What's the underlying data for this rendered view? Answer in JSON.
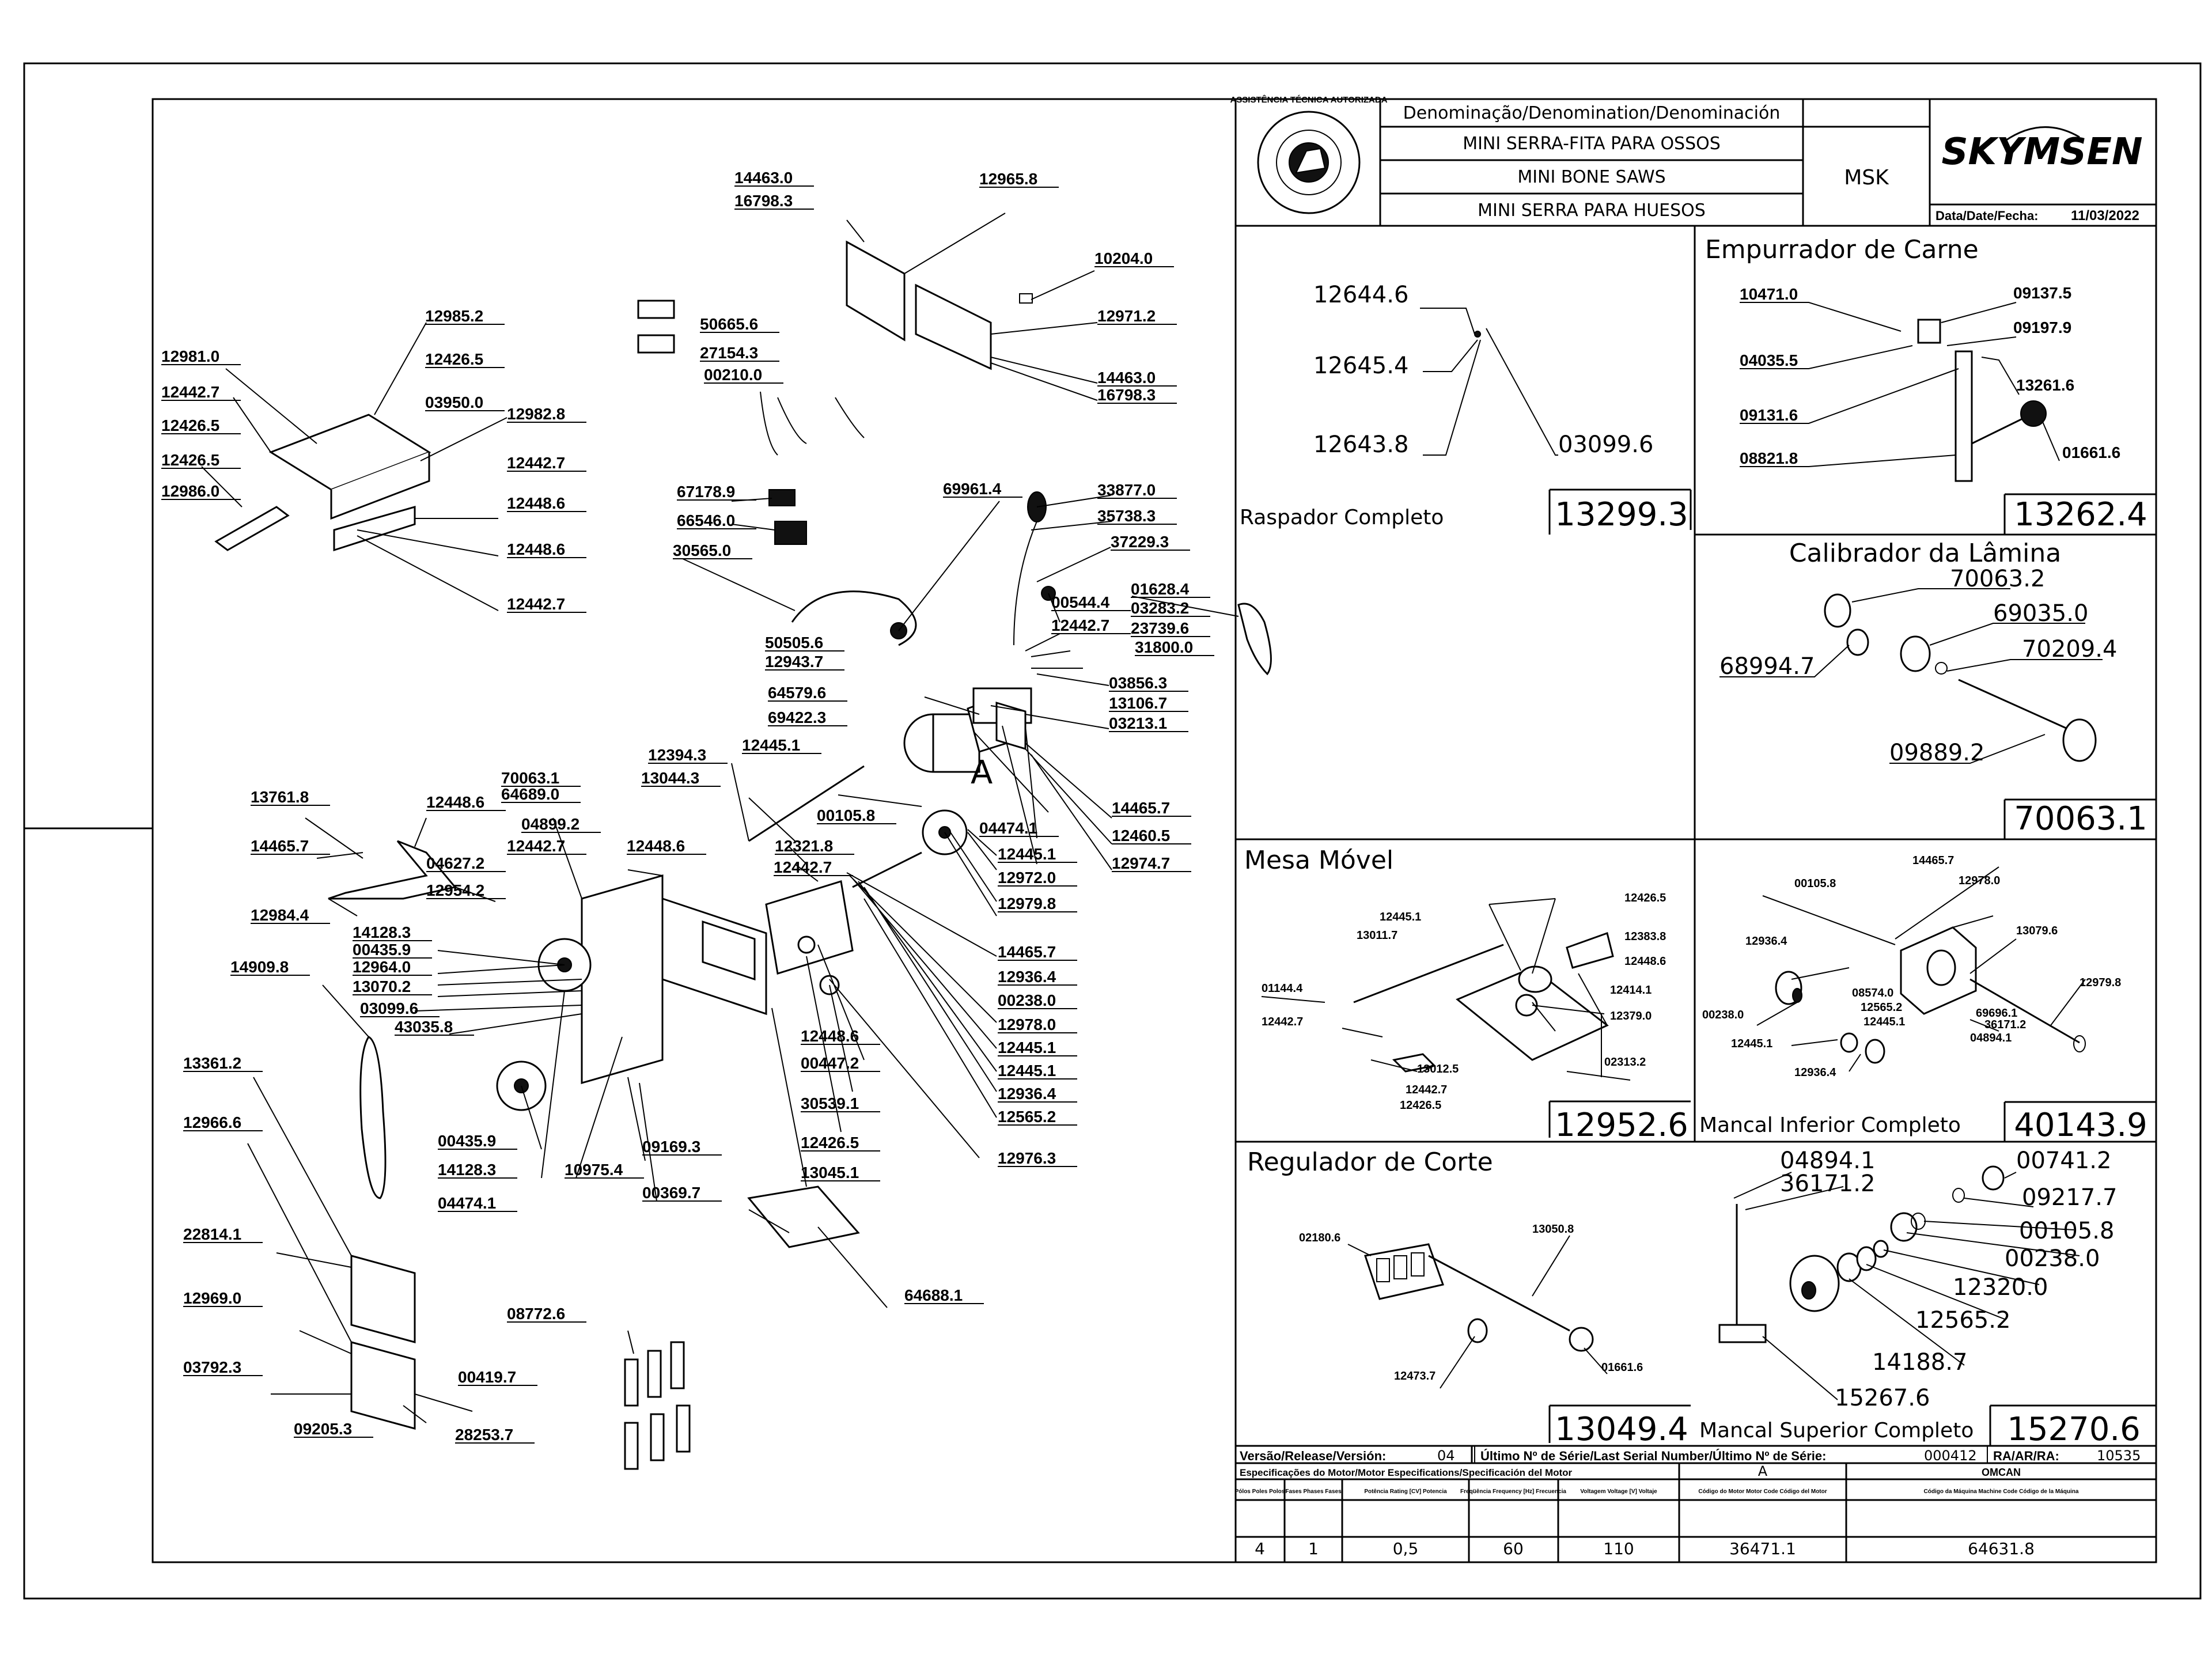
{
  "header": {
    "denomination_label": "Denominação/Denomination/Denominación",
    "name_pt": "MINI SERRA-FITA PARA OSSOS",
    "name_en": "MINI BONE SAWS",
    "name_es": "MINI SERRA PARA HUESOS",
    "model": "MSK",
    "brand": "SKYMSEN",
    "date_label": "Data/Date/Fecha:",
    "date": "11/03/2022",
    "seal_text": "ASSISTÊNCIA TÉCNICA AUTORIZADA"
  },
  "main_labels": [
    {
      "t": "14463.0"
    },
    {
      "t": "16798.3"
    },
    {
      "t": "12965.8"
    },
    {
      "t": "10204.0"
    },
    {
      "t": "12971.2"
    },
    {
      "t": "14463.0"
    },
    {
      "t": "16798.3"
    },
    {
      "t": "50665.6"
    },
    {
      "t": "27154.3"
    },
    {
      "t": "00210.0"
    },
    {
      "t": "12981.0"
    },
    {
      "t": "12985.2"
    },
    {
      "t": "12426.5"
    },
    {
      "t": "12442.7"
    },
    {
      "t": "03950.0"
    },
    {
      "t": "12982.8"
    },
    {
      "t": "12426.5"
    },
    {
      "t": "12442.7"
    },
    {
      "t": "12426.5"
    },
    {
      "t": "12448.6"
    },
    {
      "t": "12986.0"
    },
    {
      "t": "12448.6"
    },
    {
      "t": "12442.7"
    },
    {
      "t": "67178.9"
    },
    {
      "t": "66546.0"
    },
    {
      "t": "30565.0"
    },
    {
      "t": "69961.4"
    },
    {
      "t": "33877.0"
    },
    {
      "t": "35738.3"
    },
    {
      "t": "37229.3"
    },
    {
      "t": "01628.4"
    },
    {
      "t": "00544.4"
    },
    {
      "t": "03283.2"
    },
    {
      "t": "12442.7"
    },
    {
      "t": "23739.6"
    },
    {
      "t": "31800.0"
    },
    {
      "t": "50505.6"
    },
    {
      "t": "12943.7"
    },
    {
      "t": "03856.3"
    },
    {
      "t": "64579.6"
    },
    {
      "t": "13106.7"
    },
    {
      "t": "69422.3"
    },
    {
      "t": "03213.1"
    },
    {
      "t": "12394.3"
    },
    {
      "t": "12445.1"
    },
    {
      "t": "13044.3"
    },
    {
      "t": "70063.1"
    },
    {
      "t": "64689.0"
    },
    {
      "t": "13761.8"
    },
    {
      "t": "12448.6"
    },
    {
      "t": "04899.2"
    },
    {
      "t": "00105.8"
    },
    {
      "t": "04474.1"
    },
    {
      "t": "14465.7"
    },
    {
      "t": "12442.7"
    },
    {
      "t": "12448.6"
    },
    {
      "t": "12321.8"
    },
    {
      "t": "12445.1"
    },
    {
      "t": "14465.7"
    },
    {
      "t": "04627.2"
    },
    {
      "t": "12442.7"
    },
    {
      "t": "12972.0"
    },
    {
      "t": "12460.5"
    },
    {
      "t": "12954.2"
    },
    {
      "t": "12979.8"
    },
    {
      "t": "12974.7"
    },
    {
      "t": "12984.4"
    },
    {
      "t": "14128.3"
    },
    {
      "t": "14465.7"
    },
    {
      "t": "00435.9"
    },
    {
      "t": "12936.4"
    },
    {
      "t": "14909.8"
    },
    {
      "t": "12964.0"
    },
    {
      "t": "00238.0"
    },
    {
      "t": "13070.2"
    },
    {
      "t": "12978.0"
    },
    {
      "t": "03099.6"
    },
    {
      "t": "12445.1"
    },
    {
      "t": "43035.8"
    },
    {
      "t": "12448.6"
    },
    {
      "t": "12445.1"
    },
    {
      "t": "13361.2"
    },
    {
      "t": "00447.2"
    },
    {
      "t": "12936.4"
    },
    {
      "t": "12565.2"
    },
    {
      "t": "12966.6"
    },
    {
      "t": "30539.1"
    },
    {
      "t": "00435.9"
    },
    {
      "t": "12426.5"
    },
    {
      "t": "12976.3"
    },
    {
      "t": "09169.3"
    },
    {
      "t": "14128.3"
    },
    {
      "t": "13045.1"
    },
    {
      "t": "10975.4"
    },
    {
      "t": "00369.7"
    },
    {
      "t": "04474.1"
    },
    {
      "t": "22814.1"
    },
    {
      "t": "64688.1"
    },
    {
      "t": "12969.0"
    },
    {
      "t": "08772.6"
    },
    {
      "t": "03792.3"
    },
    {
      "t": "00419.7"
    },
    {
      "t": "09205.3"
    },
    {
      "t": "28253.7"
    }
  ],
  "callout_a": "A",
  "raspador": {
    "labels": [
      "12644.6",
      "12645.4",
      "12643.8",
      "03099.6"
    ],
    "title": "Raspador Completo",
    "code": "13299.3"
  },
  "empurrador": {
    "title": "Empurrador de Carne",
    "labels": [
      "10471.0",
      "09137.5",
      "09197.9",
      "04035.5",
      "13261.6",
      "09131.6",
      "08821.8",
      "01661.6"
    ],
    "code": "13262.4"
  },
  "calibrador": {
    "title": "Calibrador da Lâmina",
    "labels": [
      "70063.2",
      "69035.0",
      "68994.7",
      "70209.4",
      "09889.2"
    ],
    "code": "70063.1"
  },
  "mesa": {
    "title": "Mesa Móvel",
    "labels": [
      "12445.1",
      "12426.5",
      "13011.7",
      "12383.8",
      "12448.6",
      "01144.4",
      "12414.1",
      "12442.7",
      "12379.0",
      "13012.5",
      "02313.2",
      "12442.7",
      "12426.5"
    ],
    "code": "12952.6"
  },
  "mancal_inf": {
    "labels": [
      "14465.7",
      "00105.8",
      "12978.0",
      "13079.6",
      "12936.4",
      "12979.8",
      "08574.0",
      "00238.0",
      "12565.2",
      "12445.1",
      "69696.1",
      "36171.2",
      "12445.1",
      "04894.1",
      "12936.4"
    ],
    "title": "Mancal Inferior Completo",
    "code": "40143.9"
  },
  "regulador": {
    "title": "Regulador de Corte",
    "labels": [
      "02180.6",
      "13050.8",
      "12473.7",
      "01661.6"
    ],
    "code": "13049.4"
  },
  "mancal_sup": {
    "labels": [
      "04894.1",
      "00741.2",
      "36171.2",
      "09217.7",
      "00105.8",
      "00238.0",
      "12320.0",
      "12565.2",
      "14188.7",
      "15267.6"
    ],
    "title": "Mancal Superior Completo",
    "code": "15270.6"
  },
  "footer": {
    "version_label": "Versão/Release/Versión:",
    "version": "04",
    "serial_label": "Último Nº de Série/Last Serial Number/Último Nº de Série:",
    "serial": "000412",
    "ra_label": "RA/AR/RA:",
    "ra": "10535",
    "motor_spec_label": "Especificações do Motor/Motor Especifications/Specificación del Motor",
    "motor_code_col": "A",
    "machine_brand": "OMCAN",
    "col_poles": "Pólos Poles Polos",
    "col_phases": "Fases Phases Fases",
    "col_power": "Potência Rating [CV] Potencia",
    "col_freq": "Freqüência Frequency [Hz] Frecuencia",
    "col_voltage": "Voltagem Voltage [V] Voltaje",
    "col_motor_code": "Código do Motor Motor Code Código del Motor",
    "col_machine_code": "Código da Máquina Machine Code Código de la Máquina",
    "poles": "4",
    "phases": "1",
    "power": "0,5",
    "freq": "60",
    "voltage": "110",
    "motor_code": "36471.1",
    "machine_code": "64631.8"
  }
}
